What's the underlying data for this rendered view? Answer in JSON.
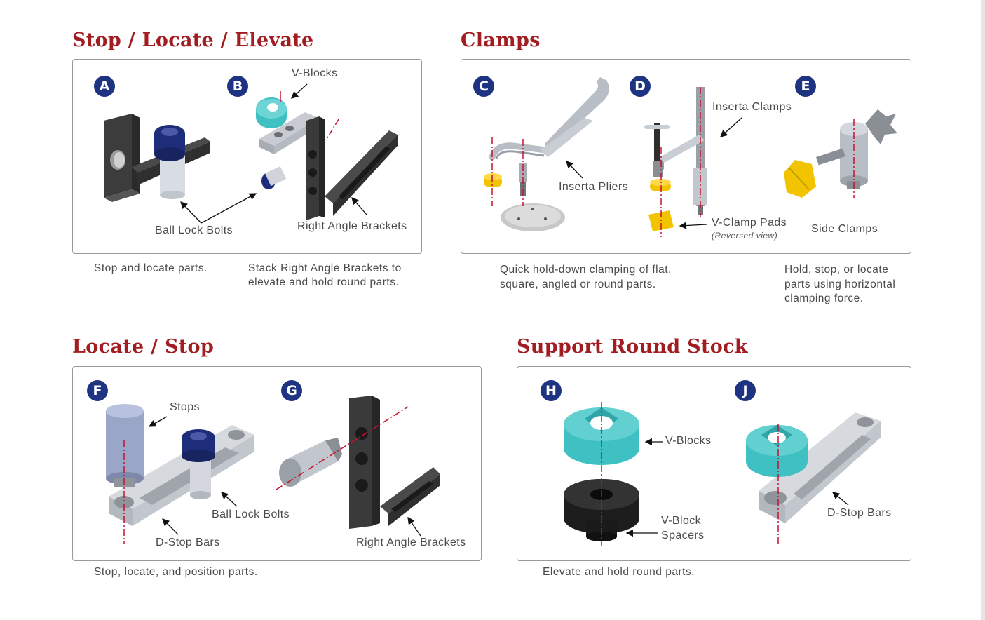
{
  "sections": {
    "stop_locate_elevate": {
      "title": "Stop / Locate / Elevate",
      "badges": [
        "A",
        "B"
      ],
      "labels": {
        "v_blocks": "V-Blocks",
        "ball_lock_bolts": "Ball Lock Bolts",
        "right_angle_brackets": "Right Angle Brackets"
      },
      "descriptions": {
        "a": "Stop and locate parts.",
        "b_line1": "Stack Right Angle Brackets to",
        "b_line2": "elevate and hold round parts."
      }
    },
    "clamps": {
      "title": "Clamps",
      "badges": [
        "C",
        "D",
        "E"
      ],
      "labels": {
        "inserta_clamps": "Inserta Clamps",
        "inserta_pliers": "Inserta Pliers",
        "v_clamp_pads": "V-Clamp Pads",
        "reversed_view": "(Reversed  view)",
        "side_clamps": "Side Clamps"
      },
      "descriptions": {
        "c_line1": "Quick hold-down clamping of flat,",
        "c_line2": "square, angled or round parts.",
        "e_line1": "Hold, stop, or locate",
        "e_line2": "parts using horizontal",
        "e_line3": "clamping force."
      }
    },
    "locate_stop": {
      "title": "Locate / Stop",
      "badges": [
        "F",
        "G"
      ],
      "labels": {
        "stops": "Stops",
        "ball_lock_bolts": "Ball Lock Bolts",
        "d_stop_bars": "D-Stop Bars",
        "right_angle_brackets": "Right Angle Brackets"
      },
      "descriptions": {
        "f": "Stop, locate, and position parts."
      }
    },
    "support_round_stock": {
      "title": "Support Round Stock",
      "badges": [
        "H",
        "J"
      ],
      "labels": {
        "v_blocks": "V-Blocks",
        "v_block_line1": "V-Block",
        "v_block_line2": "Spacers",
        "d_stop_bars": "D-Stop Bars"
      },
      "descriptions": {
        "h": "Elevate and hold round parts."
      }
    }
  },
  "colors": {
    "title_red": "#a11d21",
    "badge_navy": "#1f3383",
    "teal": "#3fc1c4",
    "yellow": "#f2c400",
    "dark_bracket": "#3a3a3a",
    "silver": "#c9cdd2",
    "bolt_blue": "#1e2d7a",
    "centerline_red": "#c8102e"
  }
}
